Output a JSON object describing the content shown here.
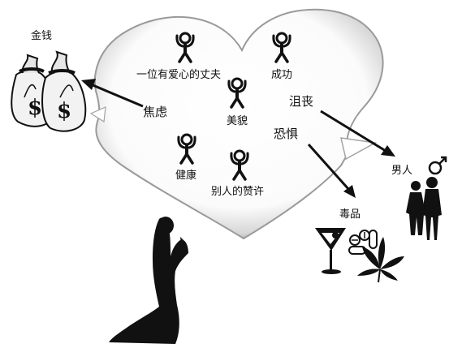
{
  "heart_items": {
    "husband": "一位有爱心的丈夫",
    "success": "成功",
    "beauty": "美貌",
    "health": "健康",
    "approval": "别人的赞许"
  },
  "emotions": {
    "anxiety": "焦虑",
    "depression": "沮丧",
    "fear": "恐惧"
  },
  "outcomes": {
    "money": "金钱",
    "men": "男人",
    "drugs": "毒品"
  },
  "money_symbol": "$",
  "colors": {
    "ink": "#111111",
    "paper": "#ffffff",
    "heart_shadow": "#9a9a9a"
  },
  "icons": [
    "idol-figure-icon",
    "money-bag-icon",
    "male-symbol-icon",
    "couple-silhouette-icon",
    "cocktail-glass-icon",
    "pills-icon",
    "cannabis-leaf-icon",
    "kneeling-woman-icon"
  ]
}
